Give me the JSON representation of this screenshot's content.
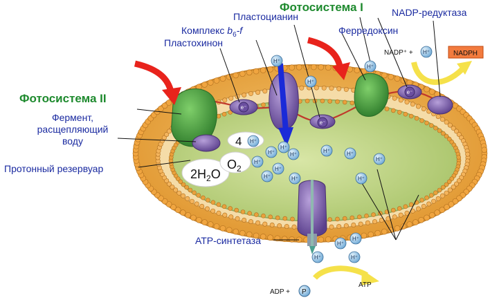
{
  "labels": {
    "photosystem_i": "Фотосистема I",
    "photosystem_ii": "Фотосистема II",
    "nadp_reductase": "NADP-редуктаза",
    "plastocyanin": "Пластоцианин",
    "ferredoxin": "Ферредоксин",
    "complex_b6f_prefix": "Комплекс ",
    "complex_b6f_b": "b",
    "complex_b6f_sub": "6",
    "complex_b6f_suffix": "-f",
    "plastoquinone": "Пластохинон",
    "enzyme_line1": "Фермент,",
    "enzyme_line2": "расщепляющий",
    "enzyme_line3": "воду",
    "proton_reservoir": "Протонный резервуар",
    "atp_synthase": "АТР-синтетаза"
  },
  "chemistry": {
    "nadp_plus": "NADP⁺ +",
    "nadph": "NADPH",
    "adp_plus": "ADP +",
    "phosphate": "P",
    "atp": "ATP",
    "four": "4",
    "o2_main": "O",
    "o2_sub": "2",
    "water_2h": "2H",
    "water_sub": "2",
    "water_o": "O",
    "proton": "H⁺",
    "electron": "e⁻"
  },
  "colors": {
    "membrane_outer": "#e8a23c",
    "membrane_inner": "#f7d9a0",
    "lumen": "#c6d98a",
    "photosystem": "#3e9a3a",
    "complex": "#7a5aa8",
    "label_blue": "#1a2aa0",
    "label_green": "#1e8a2e",
    "proton_fill": "#8fc3e6",
    "light_arrow": "#e8231c",
    "proton_pump_arrow": "#1a2ad8",
    "atp_arrow": "#f5e14a"
  }
}
